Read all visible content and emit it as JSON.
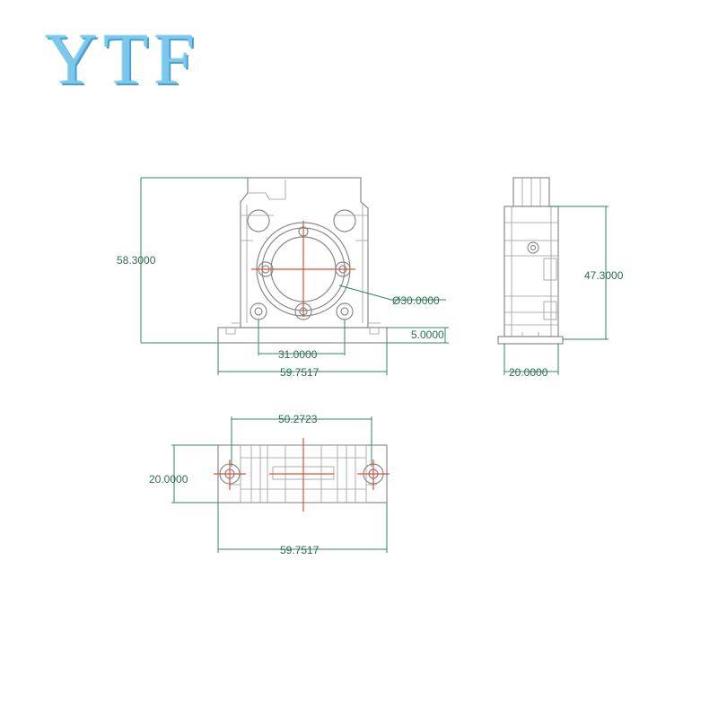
{
  "logo": {
    "text": "YTF"
  },
  "front_view": {
    "height_dim": "58.3000",
    "diameter_dim": "Ø30.0000",
    "step_dim": "5.0000",
    "hole_spacing_dim": "31.0000",
    "base_width_dim": "59.7517"
  },
  "side_view": {
    "height_dim": "47.3000",
    "depth_dim": "20.0000"
  },
  "top_view": {
    "hole_spacing_dim": "50.2723",
    "depth_dim": "20.0000",
    "width_dim": "59.7517"
  },
  "colors": {
    "dimension": "#2d8a5e",
    "centerline": "#e0522a",
    "part_outline": "#8a8a8a",
    "logo": "#7cc8ec"
  }
}
